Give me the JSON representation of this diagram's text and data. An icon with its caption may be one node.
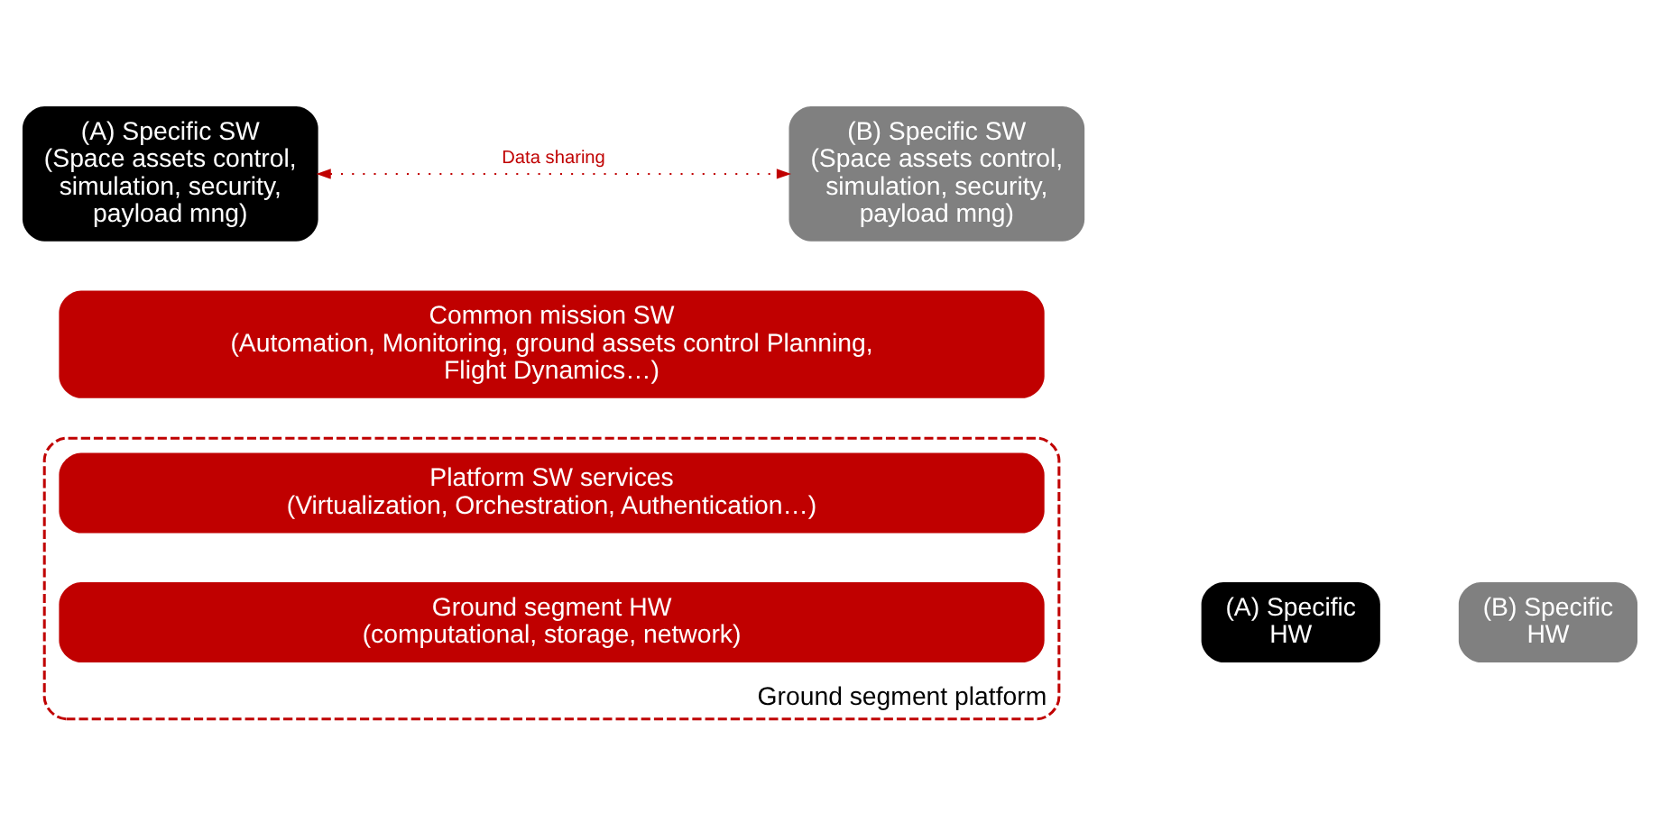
{
  "diagram": {
    "nodes": [
      {
        "text": [
          "(A) Specific SW",
          "(Space assets control, simulation, security, payload mng)"
        ]
      },
      {
        "text": [
          "(B) Specific SW",
          "(Space assets control, simulation, security, payload mng)"
        ]
      },
      {
        "text": [
          "Common mission SW",
          "(Automation, Monitoring, ground assets control Planning, Flight Dynamics…)"
        ]
      },
      {
        "text": [
          "Ground segment platform"
        ]
      },
      {
        "text": [
          "Platform SW services",
          "(Virtualization, Orchestration, Authentication…)"
        ],
        "in": 3
      },
      {
        "text": [
          "Ground segment HW",
          "(computational, storage, network)"
        ],
        "in": 3
      },
      {
        "text": [
          "(A) Specific HW"
        ]
      },
      {
        "text": [
          "(B) Specific HW"
        ]
      }
    ],
    "edges": [
      {
        "from": 0,
        "to": 1,
        "arrow": "both",
        "label": "Data sharing",
        "style": "dashed",
        "color": "#c00000"
      }
    ]
  }
}
